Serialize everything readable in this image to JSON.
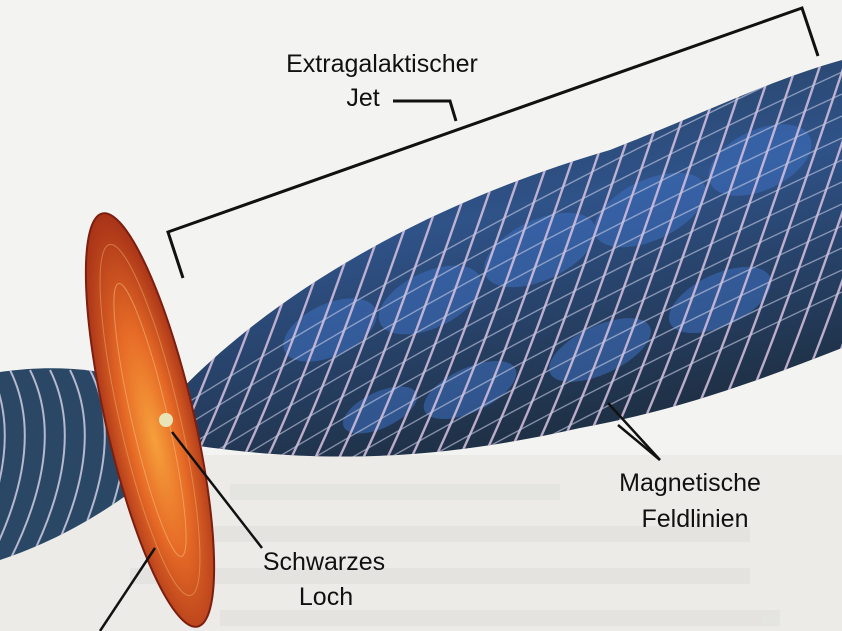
{
  "labels": {
    "jet_line1": "Extragalaktischer",
    "jet_line2": "Jet",
    "field_line1": "Magnetische",
    "field_line2": "Feldlinien",
    "hole_line1": "Schwarzes",
    "hole_line2": "Loch"
  },
  "colors": {
    "background": "#f3f3f1",
    "jet_dark": "#22394f",
    "jet_blue": "#3b63ad",
    "field_line": "#d8c2df",
    "disk_outer": "#b8321c",
    "disk_inner": "#f08a2c"
  }
}
